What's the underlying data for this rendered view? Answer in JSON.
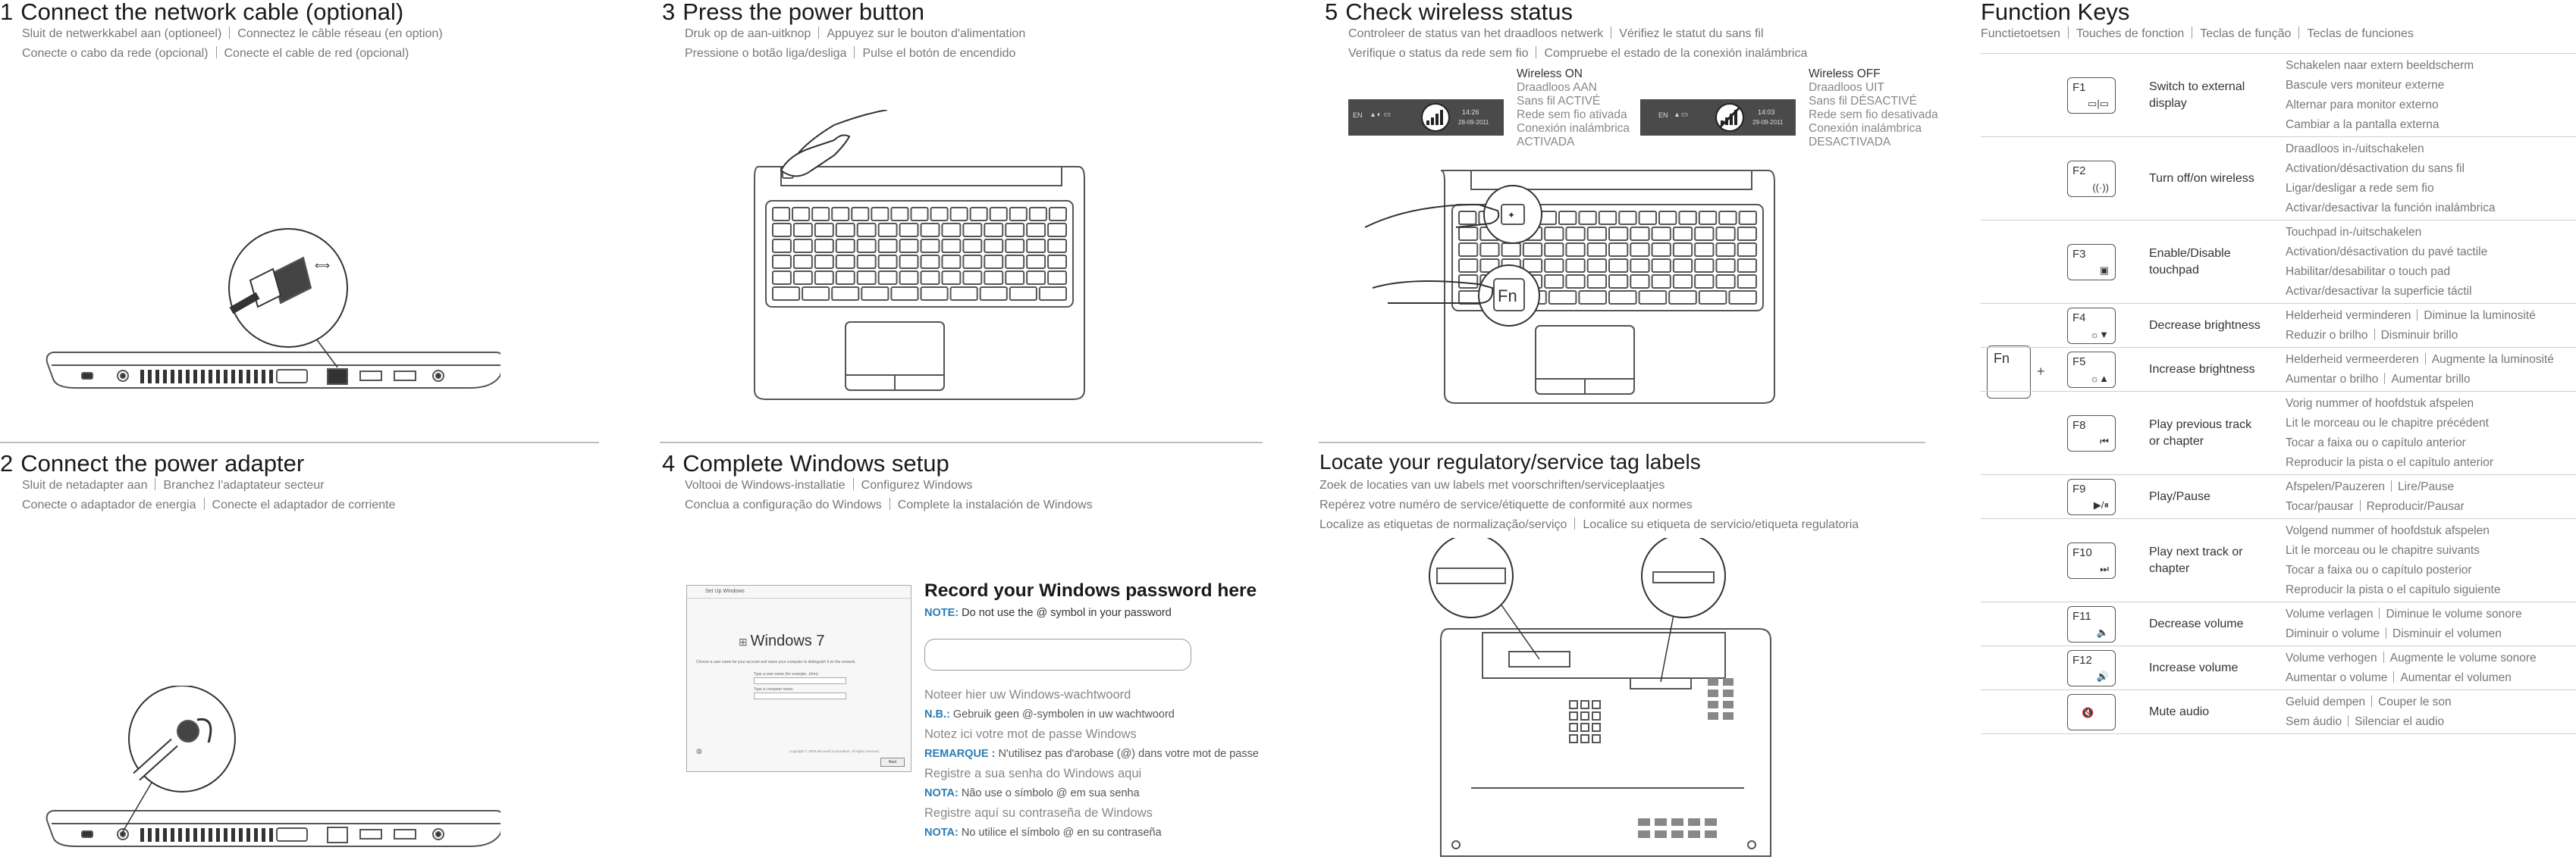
{
  "sections": {
    "s1": {
      "num": "1",
      "title": "Connect the network cable (optional)",
      "lines": [
        [
          "Sluit de netwerkkabel aan (optioneel)",
          "Connectez le câble réseau (en option)"
        ],
        [
          "Conecte o cabo da rede (opcional)",
          "Conecte el cable de red (opcional)"
        ]
      ]
    },
    "s2": {
      "num": "2",
      "title": "Connect the power adapter",
      "lines": [
        [
          "Sluit de netadapter aan",
          "Branchez l'adaptateur secteur"
        ],
        [
          "Conecte o adaptador de energia",
          "Conecte el adaptador de corriente"
        ]
      ]
    },
    "s3": {
      "num": "3",
      "title": "Press the power button",
      "lines": [
        [
          "Druk op de aan-uitknop",
          "Appuyez sur le bouton d'alimentation"
        ],
        [
          "Pressione o botão liga/desliga",
          "Pulse el botón de encendido"
        ]
      ]
    },
    "s4": {
      "num": "4",
      "title": "Complete Windows setup",
      "lines": [
        [
          "Voltooi de Windows-installatie",
          "Configurez Windows"
        ],
        [
          "Conclua a configuração do Windows",
          "Complete la instalación de Windows"
        ]
      ]
    },
    "s5": {
      "num": "5",
      "title": "Check wireless status",
      "lines": [
        [
          "Controleer de status van het draadloos netwerk",
          "Vérifiez le statut du sans fil"
        ],
        [
          "Verifique o status da rede sem fio",
          "Compruebe el estado de la conexión inalámbrica"
        ]
      ]
    },
    "s6": {
      "title": "Locate your regulatory/service tag labels",
      "lines": [
        [
          "Zoek de locaties van uw labels met voorschriften/serviceplaatjes"
        ],
        [
          "Repérez votre numéro de service/étiquette de conformité aux normes"
        ],
        [
          "Localize as etiquetas de normalização/serviço",
          "Localice su etiqueta de servicio/etiqueta regulatoria"
        ]
      ]
    },
    "fk": {
      "title": "Function Keys",
      "subtitle": [
        "Functietoetsen",
        "Touches de fonction",
        "Teclas de função",
        "Teclas de funciones"
      ]
    }
  },
  "password": {
    "title": "Record your Windows password here",
    "note_label": "NOTE:",
    "note_text": "Do not use the @ symbol in your password",
    "translations": [
      {
        "line": "Noteer hier uw Windows-wachtwoord",
        "label": "N.B.:",
        "text": "Gebruik geen @-symbolen in uw wachtwoord"
      },
      {
        "line": "Notez ici votre mot de passe Windows",
        "label": "REMARQUE :",
        "text": "N'utilisez pas d'arobase (@) dans votre mot de passe"
      },
      {
        "line": "Registre a sua senha do Windows aqui",
        "label": "NOTA:",
        "text": "Não use o símbolo @ em sua senha"
      },
      {
        "line": "Registre aquí su contraseña de Windows",
        "label": "NOTA:",
        "text": "No utilice el símbolo @ en su contraseña"
      }
    ]
  },
  "windows_screen": {
    "logo": "Windows 7",
    "header": "Set Up Windows",
    "prompt": "Choose a user name for your account and name your computer to distinguish it on the network.",
    "field1": "Type a user name (for example, John):",
    "field2": "Type a computer name:",
    "copyright": "Copyright © 2009 Microsoft Corporation. All rights reserved.",
    "next": "Next"
  },
  "wireless": {
    "on": {
      "lines": [
        "Wireless ON",
        "Draadloos AAN",
        "Sans fil ACTIVÉ",
        "Rede sem fio ativada",
        "Conexión inalámbrica",
        "ACTIVADA"
      ],
      "tray_lang": "EN",
      "time": "14:26",
      "date": "28-09-2011"
    },
    "off": {
      "lines": [
        "Wireless OFF",
        "Draadloos UIT",
        "Sans fil DÉSACTIVÉ",
        "Rede sem fio desativada",
        "Conexión inalámbrica",
        "DESACTIVADA"
      ],
      "tray_lang": "EN",
      "time": "14:03",
      "date": "29-09-2011"
    },
    "fn_label": "Fn"
  },
  "fn_key": {
    "label": "Fn",
    "plus": "+"
  },
  "function_keys": [
    {
      "key": "F1",
      "icon": "display-switch-icon",
      "glyph": "▭|▭",
      "name": "Switch to external display",
      "tr": [
        [
          "Schakelen naar extern beeldscherm"
        ],
        [
          "Bascule vers moniteur externe"
        ],
        [
          "Alternar para monitor externo"
        ],
        [
          "Cambiar a la pantalla externa"
        ]
      ]
    },
    {
      "key": "F2",
      "icon": "wireless-icon",
      "glyph": "((·))",
      "name": "Turn off/on wireless",
      "tr": [
        [
          "Draadloos in-/uitschakelen"
        ],
        [
          "Activation/désactivation du sans fil"
        ],
        [
          "Ligar/desligar a rede sem fio"
        ],
        [
          "Activar/desactivar la función inalámbrica"
        ]
      ]
    },
    {
      "key": "F3",
      "icon": "touchpad-icon",
      "glyph": "▣",
      "name": "Enable/Disable touchpad",
      "tr": [
        [
          "Touchpad in-/uitschakelen"
        ],
        [
          "Activation/désactivation du pavé tactile"
        ],
        [
          "Habilitar/desabilitar o touch pad"
        ],
        [
          "Activar/desactivar la superficie táctil"
        ]
      ]
    },
    {
      "key": "F4",
      "icon": "brightness-down-icon",
      "glyph": "☼▼",
      "name": "Decrease brightness",
      "tr": [
        [
          "Helderheid verminderen",
          "Diminue la luminosité"
        ],
        [
          "Reduzir o brilho",
          "Disminuir brillo"
        ]
      ]
    },
    {
      "key": "F5",
      "icon": "brightness-up-icon",
      "glyph": "☼▲",
      "name": "Increase brightness",
      "tr": [
        [
          "Helderheid vermeerderen",
          "Augmente la luminosité"
        ],
        [
          "Aumentar o brilho",
          "Aumentar brillo"
        ]
      ]
    },
    {
      "key": "F8",
      "icon": "previous-track-icon",
      "glyph": "⏮",
      "name": "Play previous track or chapter",
      "tr": [
        [
          "Vorig nummer of hoofdstuk afspelen"
        ],
        [
          "Lit le morceau ou le chapitre précédent"
        ],
        [
          "Tocar a faixa ou o capítulo anterior"
        ],
        [
          "Reproducir la pista o el capítulo anterior"
        ]
      ]
    },
    {
      "key": "F9",
      "icon": "play-pause-icon",
      "glyph": "▶/⏸",
      "name": "Play/Pause",
      "tr": [
        [
          "Afspelen/Pauzeren",
          "Lire/Pause"
        ],
        [
          "Tocar/pausar",
          "Reproducir/Pausar"
        ]
      ]
    },
    {
      "key": "F10",
      "icon": "next-track-icon",
      "glyph": "⏭",
      "name": "Play next track or chapter",
      "tr": [
        [
          "Volgend nummer of hoofdstuk afspelen"
        ],
        [
          "Lit le morceau ou le chapitre suivants"
        ],
        [
          "Tocar a faixa ou o capítulo posterior"
        ],
        [
          "Reproducir la pista o el capítulo siguiente"
        ]
      ]
    },
    {
      "key": "F11",
      "icon": "volume-down-icon",
      "glyph": "🔈",
      "name": "Decrease volume",
      "tr": [
        [
          "Volume verlagen",
          "Diminue le volume sonore"
        ],
        [
          "Diminuir o volume",
          "Disminuir el volumen"
        ]
      ]
    },
    {
      "key": "F12",
      "icon": "volume-up-icon",
      "glyph": "🔊",
      "name": "Increase volume",
      "tr": [
        [
          "Volume verhogen",
          "Augmente le volume sonore"
        ],
        [
          "Aumentar o volume",
          "Aumentar el volumen"
        ]
      ]
    },
    {
      "key": "",
      "icon": "mute-icon",
      "glyph": "🔇",
      "name": "Mute audio",
      "tr": [
        [
          "Geluid dempen",
          "Couper le son"
        ],
        [
          "Sem áudio",
          "Silenciar el audio"
        ]
      ]
    }
  ]
}
